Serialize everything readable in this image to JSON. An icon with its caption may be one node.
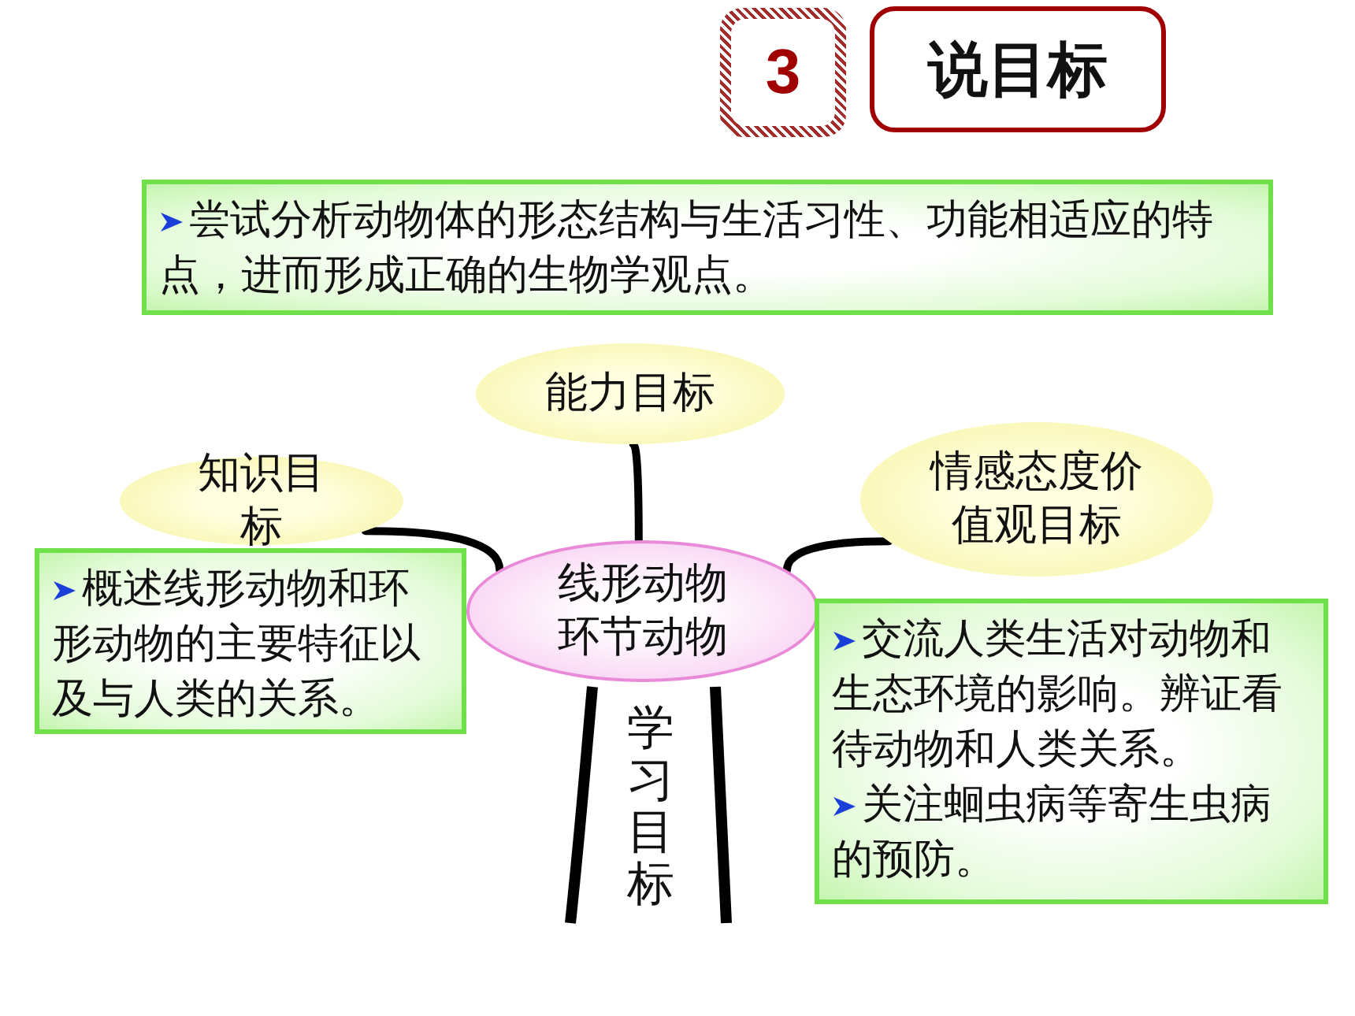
{
  "diagram": {
    "nodes": [
      {
        "text": [
          "3"
        ]
      },
      {
        "text": [
          "说目标"
        ]
      },
      {
        "text": [
          "尝试分析动物体的形态结构与生活习性、功能相适应的特点，进而形成正确的生物学观点。"
        ]
      },
      {
        "text": [
          "能力目标"
        ]
      },
      {
        "text": [
          "知识目标"
        ]
      },
      {
        "text": [
          "情感态度价值观目标"
        ]
      },
      {
        "text": [
          "线形动物环节动物"
        ]
      },
      {
        "text": [
          "概述线形动物和环形动物的主要特征以及与人类的关系。"
        ]
      },
      {
        "text": [
          "交流人类生活对动物和生态环境的影响。辨证看待动物和人类关系。",
          "关注蛔虫病等寄生虫病的预防。"
        ]
      }
    ],
    "edges": [
      {
        "from": 6,
        "to": 3,
        "arrow": "none"
      },
      {
        "from": 6,
        "to": 4,
        "arrow": "none"
      },
      {
        "from": 6,
        "to": 5,
        "arrow": "none"
      }
    ],
    "labels": [
      "学习目标"
    ]
  }
}
